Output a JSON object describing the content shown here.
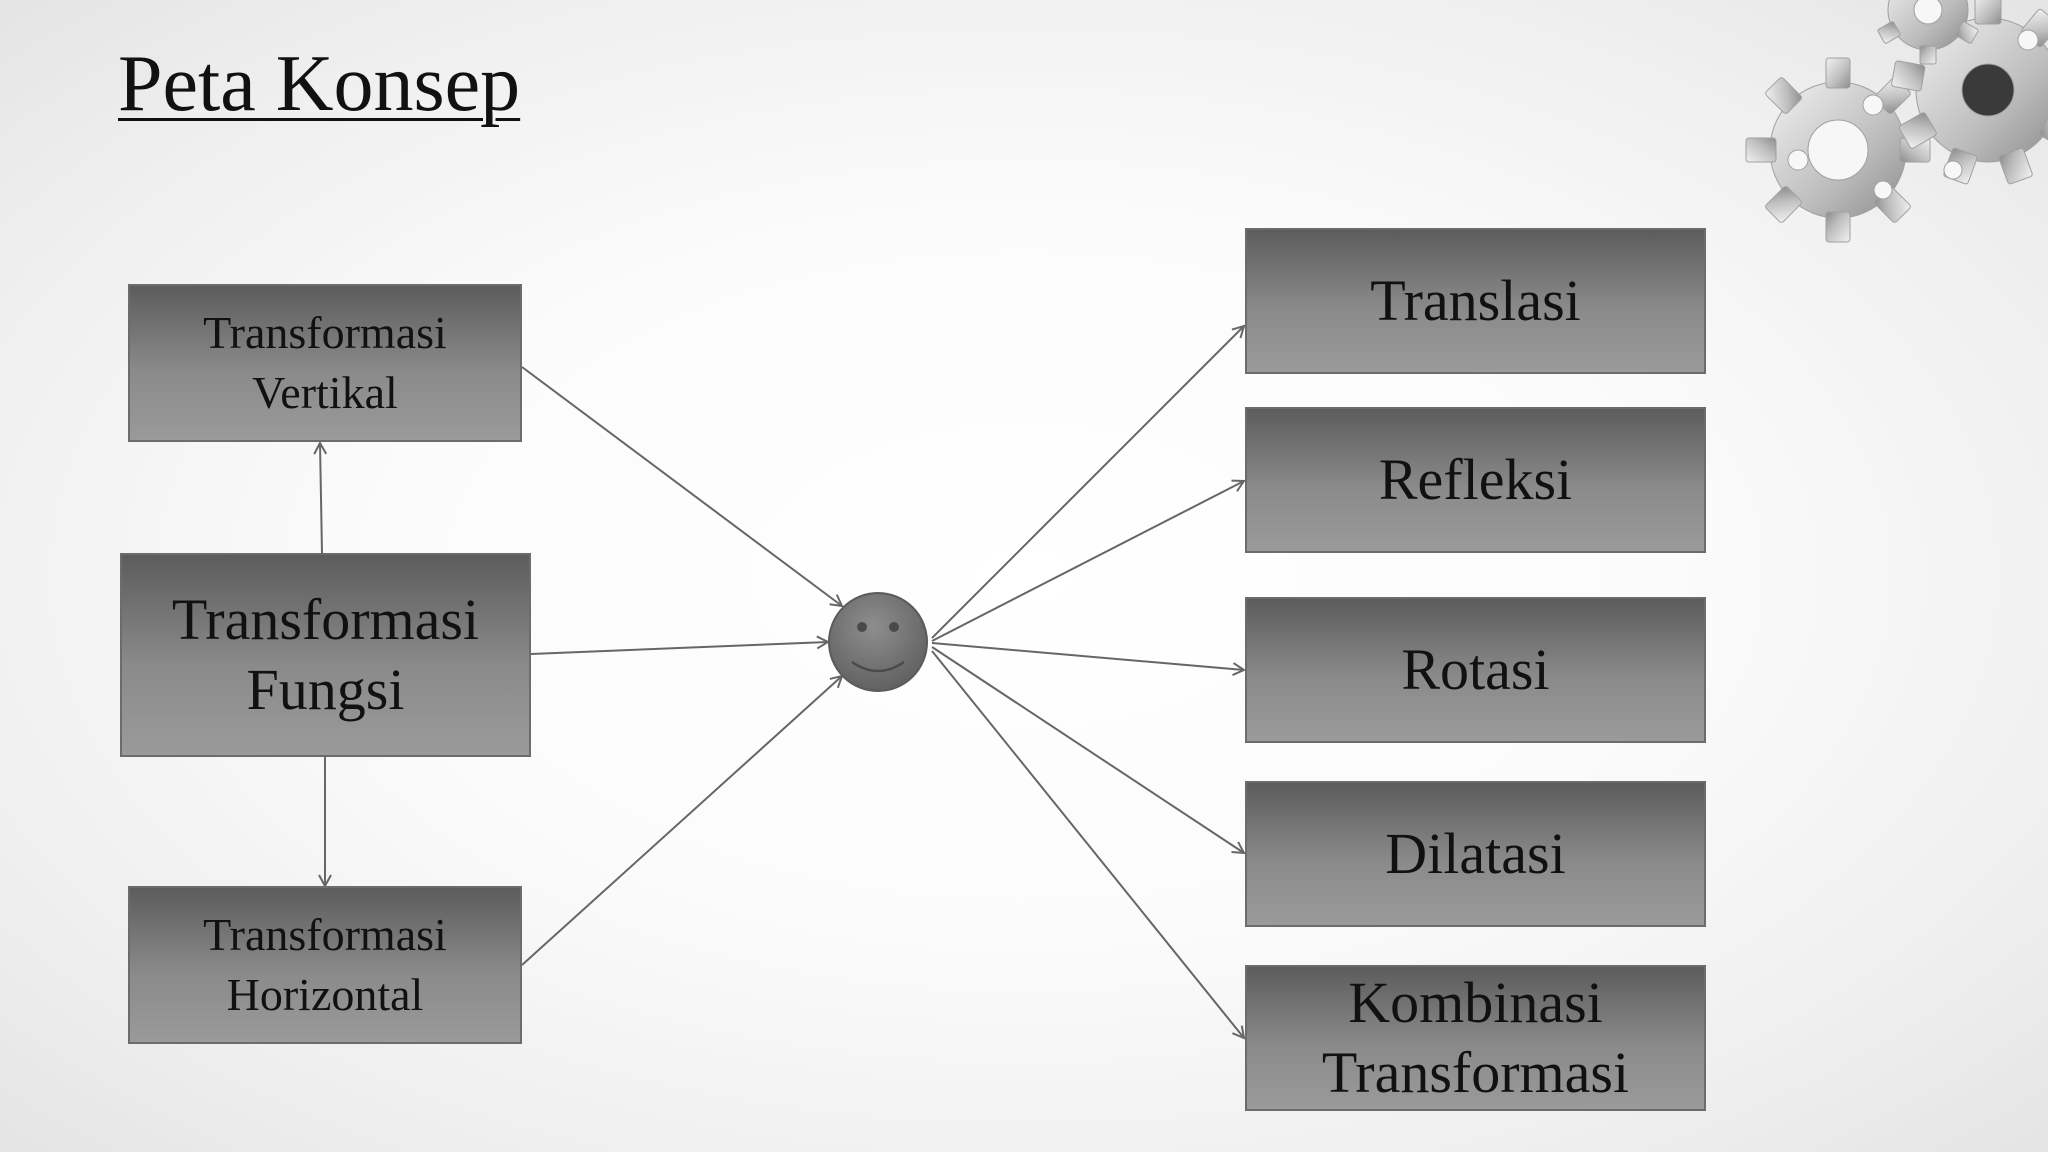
{
  "title": "Peta Konsep",
  "center_node": {
    "icon": "smiley-face-icon"
  },
  "left_nodes": {
    "vertical": "Transformasi\nVertikal",
    "fungsi": "Transformasi\nFungsi",
    "horizontal": "Transformasi\nHorizontal"
  },
  "right_nodes": {
    "translasi": "Translasi",
    "refleksi": "Refleksi",
    "rotasi": "Rotasi",
    "dilatasi": "Dilatasi",
    "kombinasi": "Kombinasi\nTransformasi"
  },
  "decoration": {
    "icon": "gears-icon"
  },
  "colors": {
    "box_top": "#5c5c5c",
    "box_bottom": "#9a9a9a",
    "arrow": "#666666",
    "text": "#111111"
  }
}
